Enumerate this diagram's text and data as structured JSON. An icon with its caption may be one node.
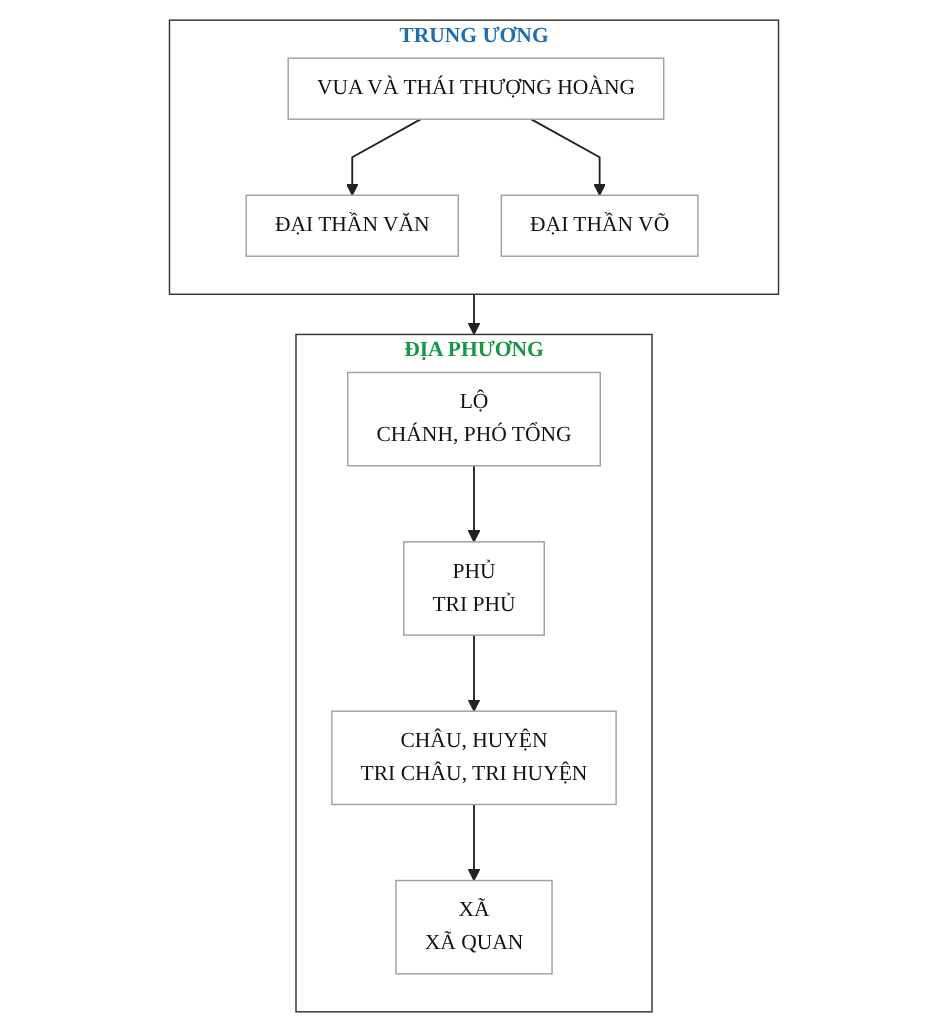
{
  "diagram": {
    "nodes": [
      {
        "text": [
          "TRUNG ƯƠNG"
        ]
      },
      {
        "text": [
          "VUA VÀ THÁI THƯỢNG HOÀNG"
        ],
        "in": 0
      },
      {
        "text": [
          "ĐẠI THẦN VĂN"
        ],
        "in": 0
      },
      {
        "text": [
          "ĐẠI THẦN VÕ"
        ],
        "in": 0
      },
      {
        "text": [
          "ĐỊA PHƯƠNG"
        ]
      },
      {
        "text": [
          "LỘ",
          "CHÁNH, PHÓ TỔNG"
        ],
        "in": 4
      },
      {
        "text": [
          "PHỦ",
          "TRI PHỦ"
        ],
        "in": 4
      },
      {
        "text": [
          "CHÂU, HUYỆN",
          "TRI CHÂU, TRI HUYỆN"
        ],
        "in": 4
      },
      {
        "text": [
          "XÃ",
          "XÃ QUAN"
        ],
        "in": 4
      }
    ],
    "edges": [
      {
        "from": 1,
        "to": 2,
        "arrow": "to"
      },
      {
        "from": 1,
        "to": 3,
        "arrow": "to"
      },
      {
        "from": 0,
        "to": 4,
        "arrow": "to"
      },
      {
        "from": 5,
        "to": 6,
        "arrow": "to"
      },
      {
        "from": 6,
        "to": 7,
        "arrow": "to"
      },
      {
        "from": 7,
        "to": 8,
        "arrow": "to"
      }
    ]
  }
}
